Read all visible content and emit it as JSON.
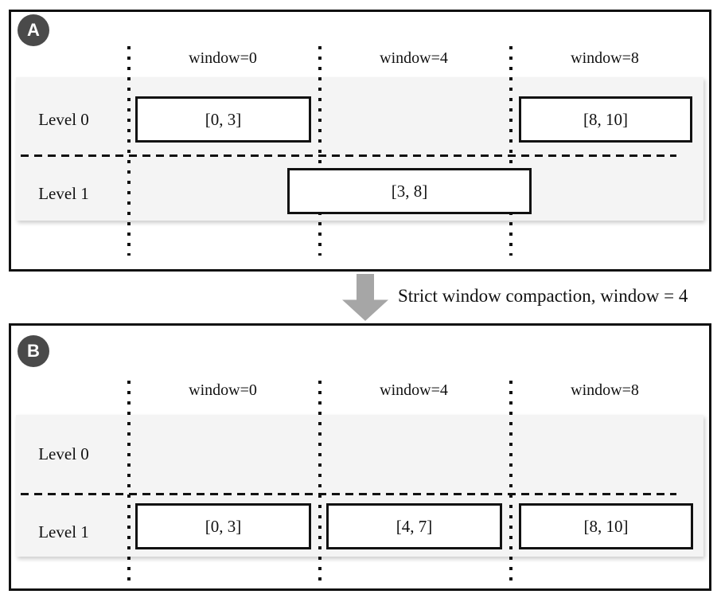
{
  "transition": {
    "label": "Strict window compaction, window = 4"
  },
  "panels": [
    {
      "badge": "A",
      "headers": [
        "window=0",
        "window=4",
        "window=8"
      ],
      "levels": [
        "Level 0",
        "Level 1"
      ],
      "boxes": [
        {
          "label": "[0, 3]"
        },
        {
          "label": "[8, 10]"
        },
        {
          "label": "[3, 8]"
        }
      ]
    },
    {
      "badge": "B",
      "headers": [
        "window=0",
        "window=4",
        "window=8"
      ],
      "levels": [
        "Level 0",
        "Level 1"
      ],
      "boxes": [
        {
          "label": "[0, 3]"
        },
        {
          "label": "[4, 7]"
        },
        {
          "label": "[8, 10]"
        }
      ]
    }
  ],
  "colors": {
    "line": "#111111",
    "band": "#f4f4f4",
    "badge": "#4a4a4a",
    "arrow": "#a6a6a6",
    "background": "#ffffff"
  }
}
